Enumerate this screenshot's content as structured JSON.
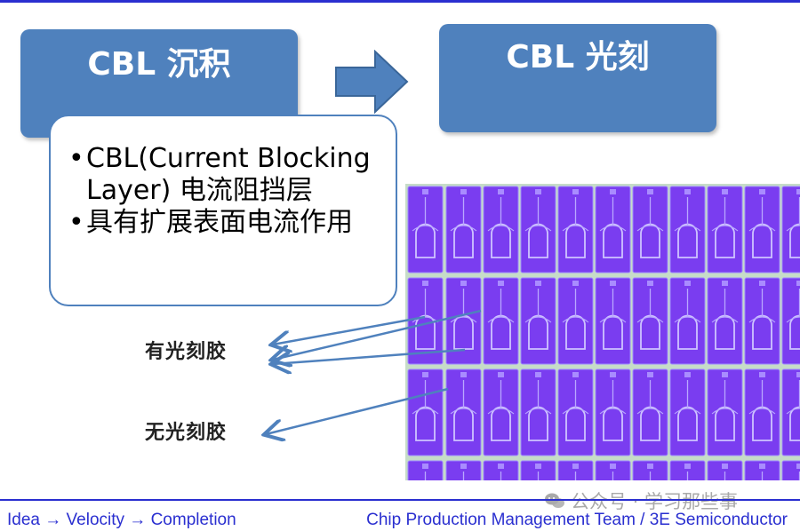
{
  "steps": {
    "step1": "CBL 沉积",
    "step2": "CBL 光刻"
  },
  "description": {
    "bullet": "•",
    "items": [
      "CBL(Current Blocking Layer) 电流阻挡层",
      "具有扩展表面电流作用"
    ]
  },
  "annotations": {
    "with_photoresist": "有光刻胶",
    "without_photoresist": "无光刻胶"
  },
  "footer": {
    "left": "Idea → Velocity → Completion",
    "right": "Chip Production Management Team / 3E Semiconductor"
  },
  "watermark": {
    "text": "公众号 · 学习那些事",
    "icon": "wechat-icon"
  },
  "colors": {
    "accent_blue": "#4f81bd",
    "line_blue": "#2a2fd0",
    "chip_purple": "#7a3df0",
    "grid_green": "#c6dcc8"
  }
}
